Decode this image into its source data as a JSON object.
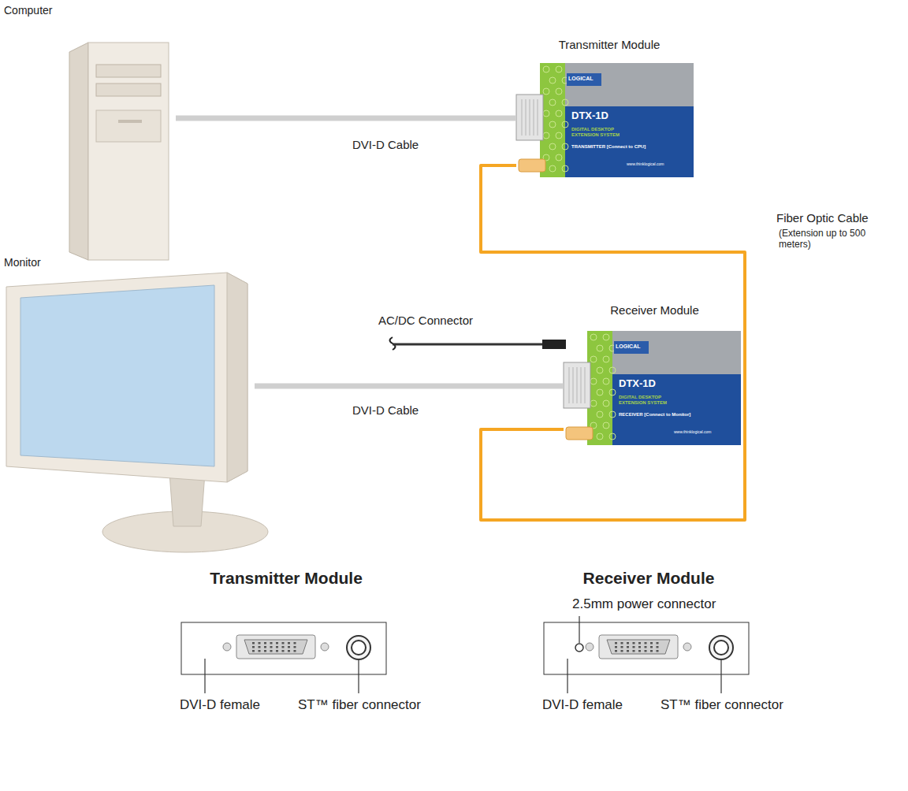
{
  "diagram": {
    "nodes": [
      {
        "text": [
          "Computer"
        ]
      },
      {
        "text": [
          "Transmitter Module"
        ]
      },
      {
        "text": [
          "Monitor"
        ]
      },
      {
        "text": [
          "Receiver Module"
        ]
      },
      {
        "text": [
          "Transmitter Module"
        ]
      },
      {
        "text": [
          "Receiver Module"
        ]
      }
    ],
    "edges": [
      {
        "from": 0,
        "to": 1,
        "label": "DVI-D Cable",
        "arrow": "none"
      },
      {
        "from": 2,
        "to": 3,
        "label": "DVI-D Cable",
        "arrow": "none"
      },
      {
        "from": 1,
        "to": 3,
        "label": "Fiber Optic Cable",
        "arrow": "none"
      }
    ],
    "labels": [
      "AC/DC Connector",
      "(Extension up to 500 meters)",
      "LOGICAL",
      "DTX-1D",
      "DIGITAL DESKTOP EXTENSION SYSTEM",
      "TRANSMITTER [Connect to CPU]",
      "www.thinklogical.com",
      "LOGICAL",
      "DTX-1D",
      "DIGITAL DESKTOP EXTENSION SYSTEM",
      "RECEIVER [Connect to Monitor]",
      "www.thinklogical.com",
      "2.5mm power connector",
      "DVI-D female",
      "ST™ fiber connector",
      "DVI-D female",
      "ST™ fiber connector"
    ]
  }
}
